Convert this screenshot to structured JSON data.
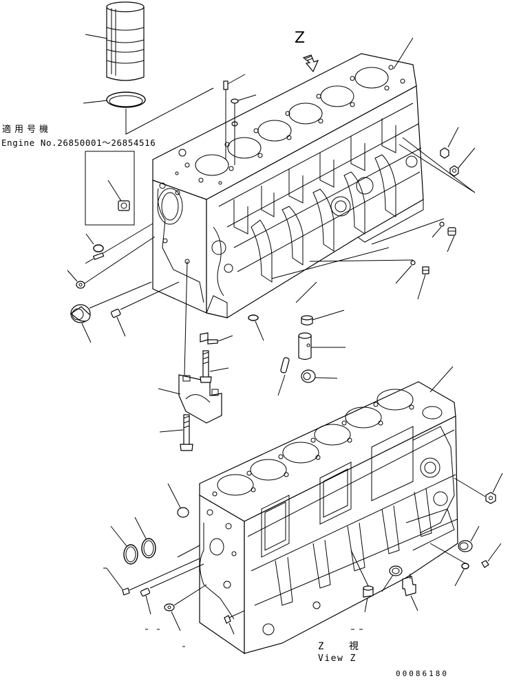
{
  "labels": {
    "applicable_machines": "適用号機",
    "engine_serial": "Engine No.26850001～26854516",
    "view_arrow_letter": "Z",
    "view_caption_jp": "Z 視",
    "view_caption_en": "View Z",
    "drawing_number": "00086180"
  }
}
